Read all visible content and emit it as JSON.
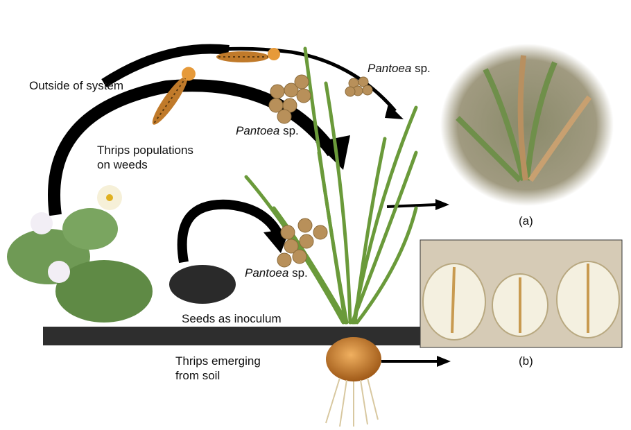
{
  "labels": {
    "outside": "Outside of system",
    "pantoea_top": "Pantoea",
    "pantoea_mid": "Pantoea",
    "pantoea_low": "Pantoea",
    "sp": "sp.",
    "thrips_weeds_1": "Thrips populations",
    "thrips_weeds_2": "on weeds",
    "seeds": "Seeds as inoculum",
    "thrips_soil_1": "Thrips emerging",
    "thrips_soil_2": "from soil",
    "panel_a": "(a)",
    "panel_b": "(b)"
  },
  "colors": {
    "arrow": "#000000",
    "soil": "#2a2a2a",
    "leaf": "#6a9a3a",
    "bacteria": "#b8905a",
    "thrips": "#d88a2a"
  }
}
